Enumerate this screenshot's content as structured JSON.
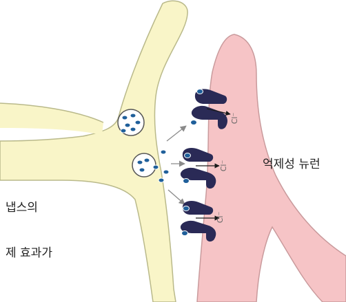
{
  "labels": {
    "inhibitory_neuron": "억제성 뉴런",
    "left_line_1": "냅스의",
    "left_line_2": "제 효과가"
  },
  "ion_labels": {
    "receptor_1": "Cl⁻",
    "receptor_2": "Cl⁻",
    "receptor_3": "Cl⁻"
  },
  "colors": {
    "presynaptic_fill": "#f9f5c8",
    "presynaptic_stroke": "#b9b98a",
    "postsynaptic_fill": "#f6c4c6",
    "postsynaptic_stroke": "#c99a9c",
    "receptor": "#2a2a56",
    "vesicle_dot": "#1f5f9a",
    "arrow": "#8a8a8a"
  }
}
